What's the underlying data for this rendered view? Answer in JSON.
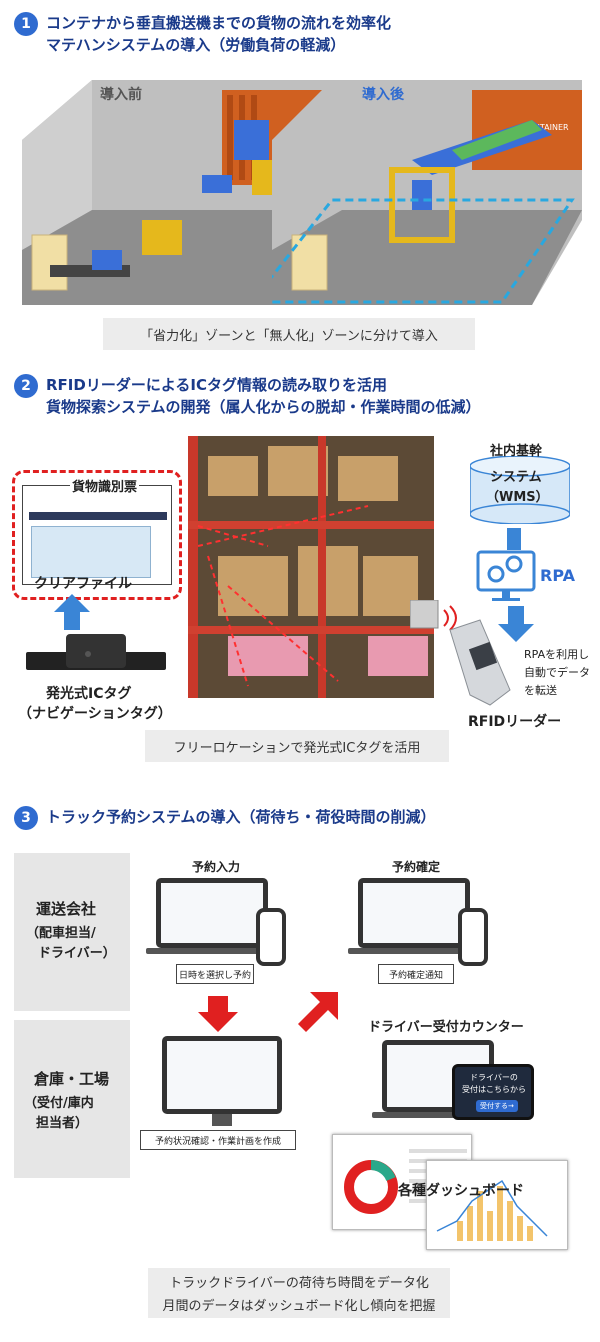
{
  "sections": [
    {
      "num": "1",
      "title_line1": "コンテナから垂直搬送機までの貨物の流れを効率化",
      "title_line2": "マテハンシステムの導入（労働負荷の軽減）",
      "before_label": "導入前",
      "after_label": "導入後",
      "container_text": "CONTAINER",
      "caption": "「省力化」ゾーンと「無人化」ゾーンに分けて導入"
    },
    {
      "num": "2",
      "title_line1": "RFIDリーダーによるICタグ情報の読み取りを活用",
      "title_line2": "貨物探索システムの開発（属人化からの脱却・作業時間の低減）",
      "slip_label": "貨物識別票",
      "clear_file_label": "クリアファイル",
      "ic_tag_label_line1": "発光式ICタグ",
      "ic_tag_label_line2": "（ナビゲーションタグ）",
      "core_system_line1": "社内基幹",
      "core_system_line2": "システム",
      "core_system_line3": "（WMS）",
      "rpa_label": "RPA",
      "rpa_note_line1": "RPAを利用し",
      "rpa_note_line2": "自動でデータ",
      "rpa_note_line3": "を転送",
      "rfid_reader_label": "RFIDリーダー",
      "caption": "フリーロケーションで発光式ICタグを活用"
    },
    {
      "num": "3",
      "title_line1": "トラック予約システムの導入（荷待ち・荷役時間の削減）",
      "transport_line1": "運送会社",
      "transport_line2": "（配車担当/",
      "transport_line3": "ドライバー）",
      "warehouse_line1": "倉庫・工場",
      "warehouse_line2": "（受付/庫内",
      "warehouse_line3": "担当者）",
      "reserve_input_label": "予約入力",
      "reserve_input_tag": "日時を選択し予約",
      "reserve_confirm_label": "予約確定",
      "reserve_confirm_tag": "予約確定通知",
      "status_tag": "予約状況確認・作業計画を作成",
      "driver_counter_label": "ドライバー受付カウンター",
      "tablet_line1": "ドライバーの",
      "tablet_line2": "受付はこちらから",
      "tablet_button": "受付する→",
      "dashboard_label": "各種ダッシュボード",
      "caption_line1": "トラックドライバーの荷待ち時間をデータ化",
      "caption_line2": "月間のデータはダッシュボード化し傾向を把握"
    }
  ],
  "colors": {
    "navy": "#1a3a8a",
    "badge_blue": "#2f6bd0",
    "caption_gray": "#ececec",
    "red_arrow": "#e02020",
    "dashed_red": "#e02020",
    "dashed_blue": "#29a8e0"
  }
}
